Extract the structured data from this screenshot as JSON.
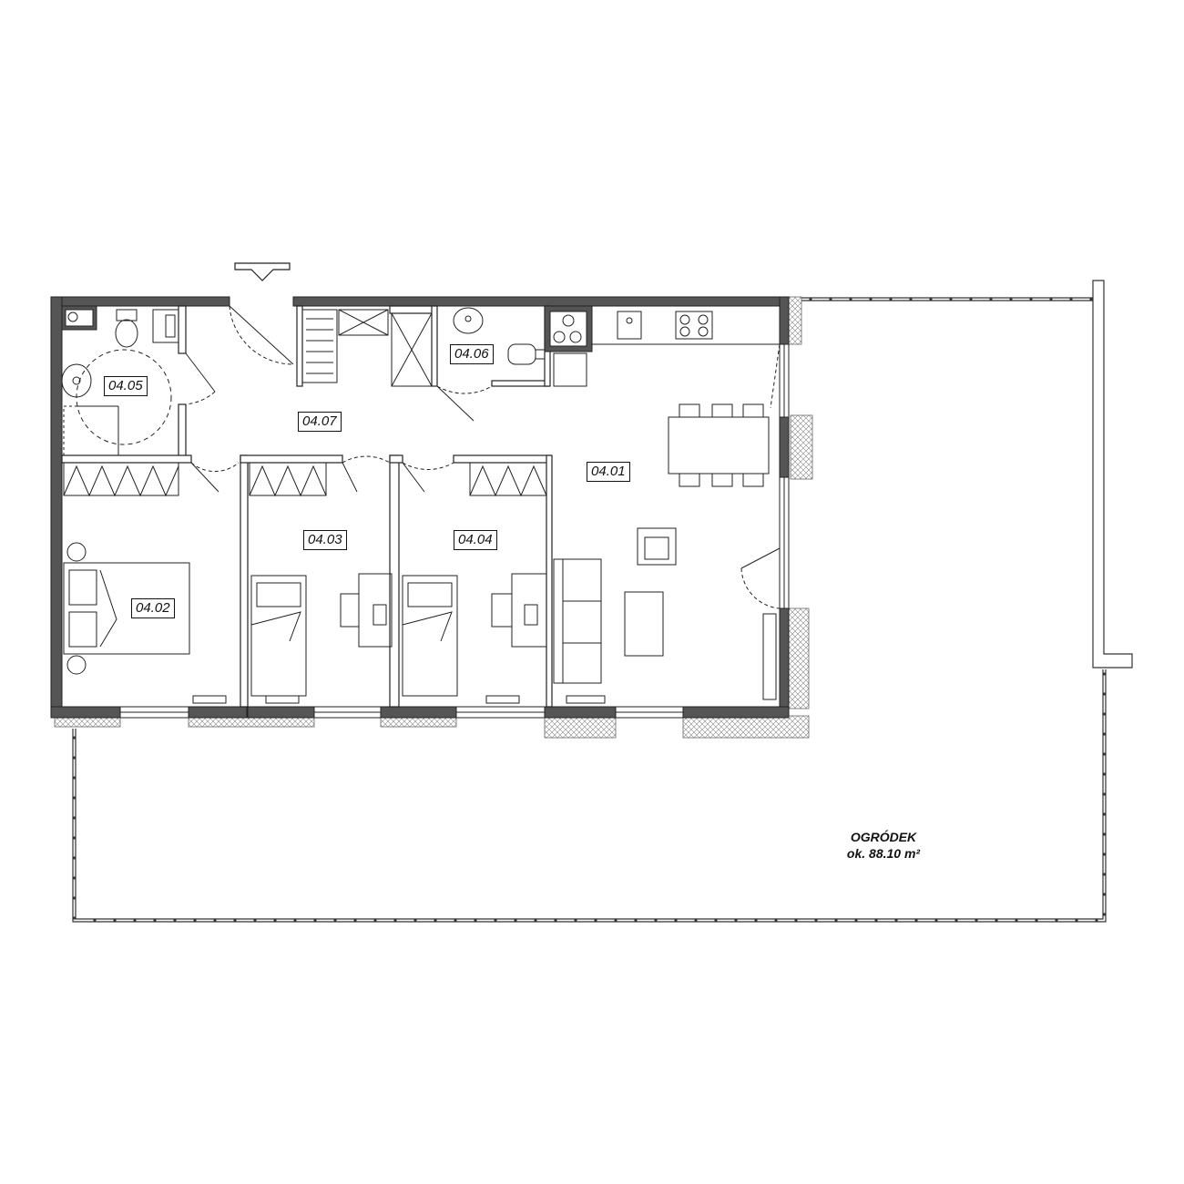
{
  "rooms": [
    {
      "id": "04.01",
      "label": "04.01"
    },
    {
      "id": "04.02",
      "label": "04.02"
    },
    {
      "id": "04.03",
      "label": "04.03"
    },
    {
      "id": "04.04",
      "label": "04.04"
    },
    {
      "id": "04.05",
      "label": "04.05"
    },
    {
      "id": "04.06",
      "label": "04.06"
    },
    {
      "id": "04.07",
      "label": "04.07"
    }
  ],
  "garden": {
    "name": "OGRÓDEK",
    "area": "ok. 88.10 m²"
  },
  "colors": {
    "wall": "#555555",
    "line": "#222222",
    "hatch": "#999999",
    "background": "#ffffff"
  },
  "icons": {
    "entrance": "entrance-arrow-icon"
  }
}
